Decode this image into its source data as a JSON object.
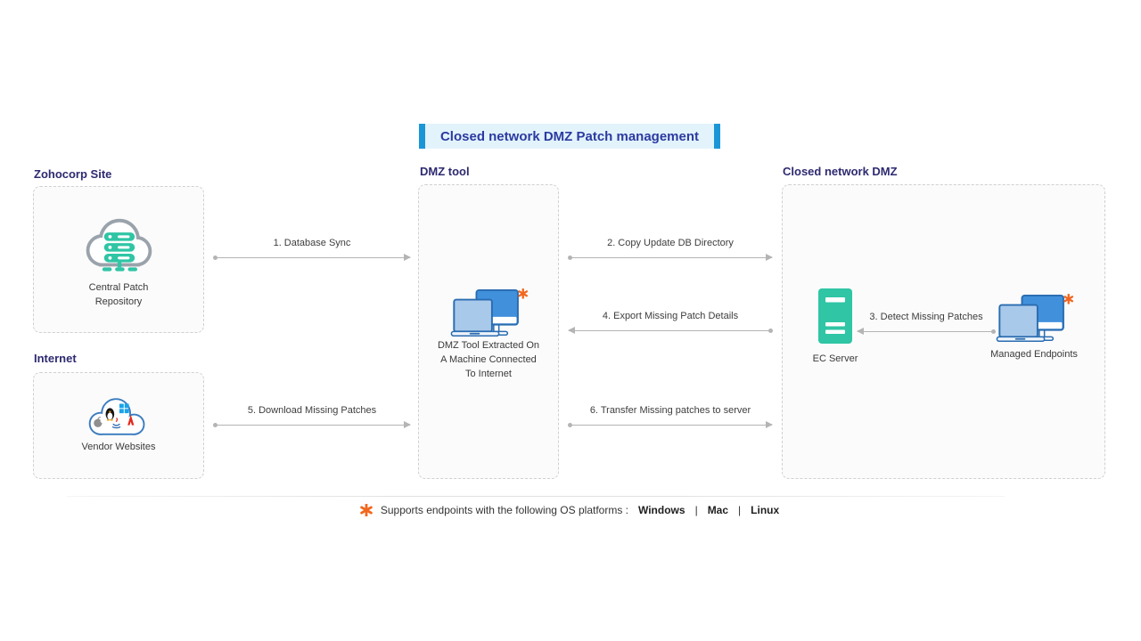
{
  "title": "Closed network DMZ Patch management",
  "groups": {
    "zohocorp": {
      "header": "Zohocorp Site",
      "node": "Central Patch\nRepository"
    },
    "internet": {
      "header": "Internet",
      "node": "Vendor Websites"
    },
    "dmz_tool": {
      "header": "DMZ tool",
      "node": "DMZ Tool Extracted On\nA Machine Connected\nTo Internet"
    },
    "closed_dmz": {
      "header": "Closed network DMZ",
      "ec_server": "EC Server",
      "managed_endpoints": "Managed Endpoints"
    }
  },
  "arrows": {
    "a1": {
      "label": "1. Database Sync",
      "direction": "right"
    },
    "a2": {
      "label": "2. Copy Update DB Directory",
      "direction": "right"
    },
    "a3": {
      "label": "3. Detect Missing Patches",
      "direction": "left"
    },
    "a4": {
      "label": "4. Export Missing Patch Details",
      "direction": "left"
    },
    "a5": {
      "label": "5. Download Missing Patches",
      "direction": "right"
    },
    "a6": {
      "label": "6. Transfer Missing patches to server",
      "direction": "right"
    }
  },
  "footnote": {
    "text": "Supports endpoints with the following OS platforms :",
    "platforms": [
      "Windows",
      "Mac",
      "Linux"
    ],
    "separator": "|"
  },
  "icons": {
    "central_repository": "cloud-server-icon",
    "vendor_websites": "vendor-cloud-icon",
    "dmz_machine": "laptop-monitor-icon",
    "ec_server": "server-tower-icon",
    "managed_endpoints": "laptop-monitor-icon",
    "footnote_marker": "heavy-asterisk-icon"
  },
  "colors": {
    "title_text": "#2c3aa0",
    "title_bg": "#e2f3fc",
    "title_bar": "#1a96d6",
    "header_text": "#2e2a70",
    "green": "#2fc5a5",
    "monitor_blue": "#4190dc",
    "laptop_fill": "#a9c9eb",
    "outline_blue": "#2a6cb0",
    "arrow_gray": "#b4b4b4",
    "asterisk_orange": "#f2671f"
  }
}
